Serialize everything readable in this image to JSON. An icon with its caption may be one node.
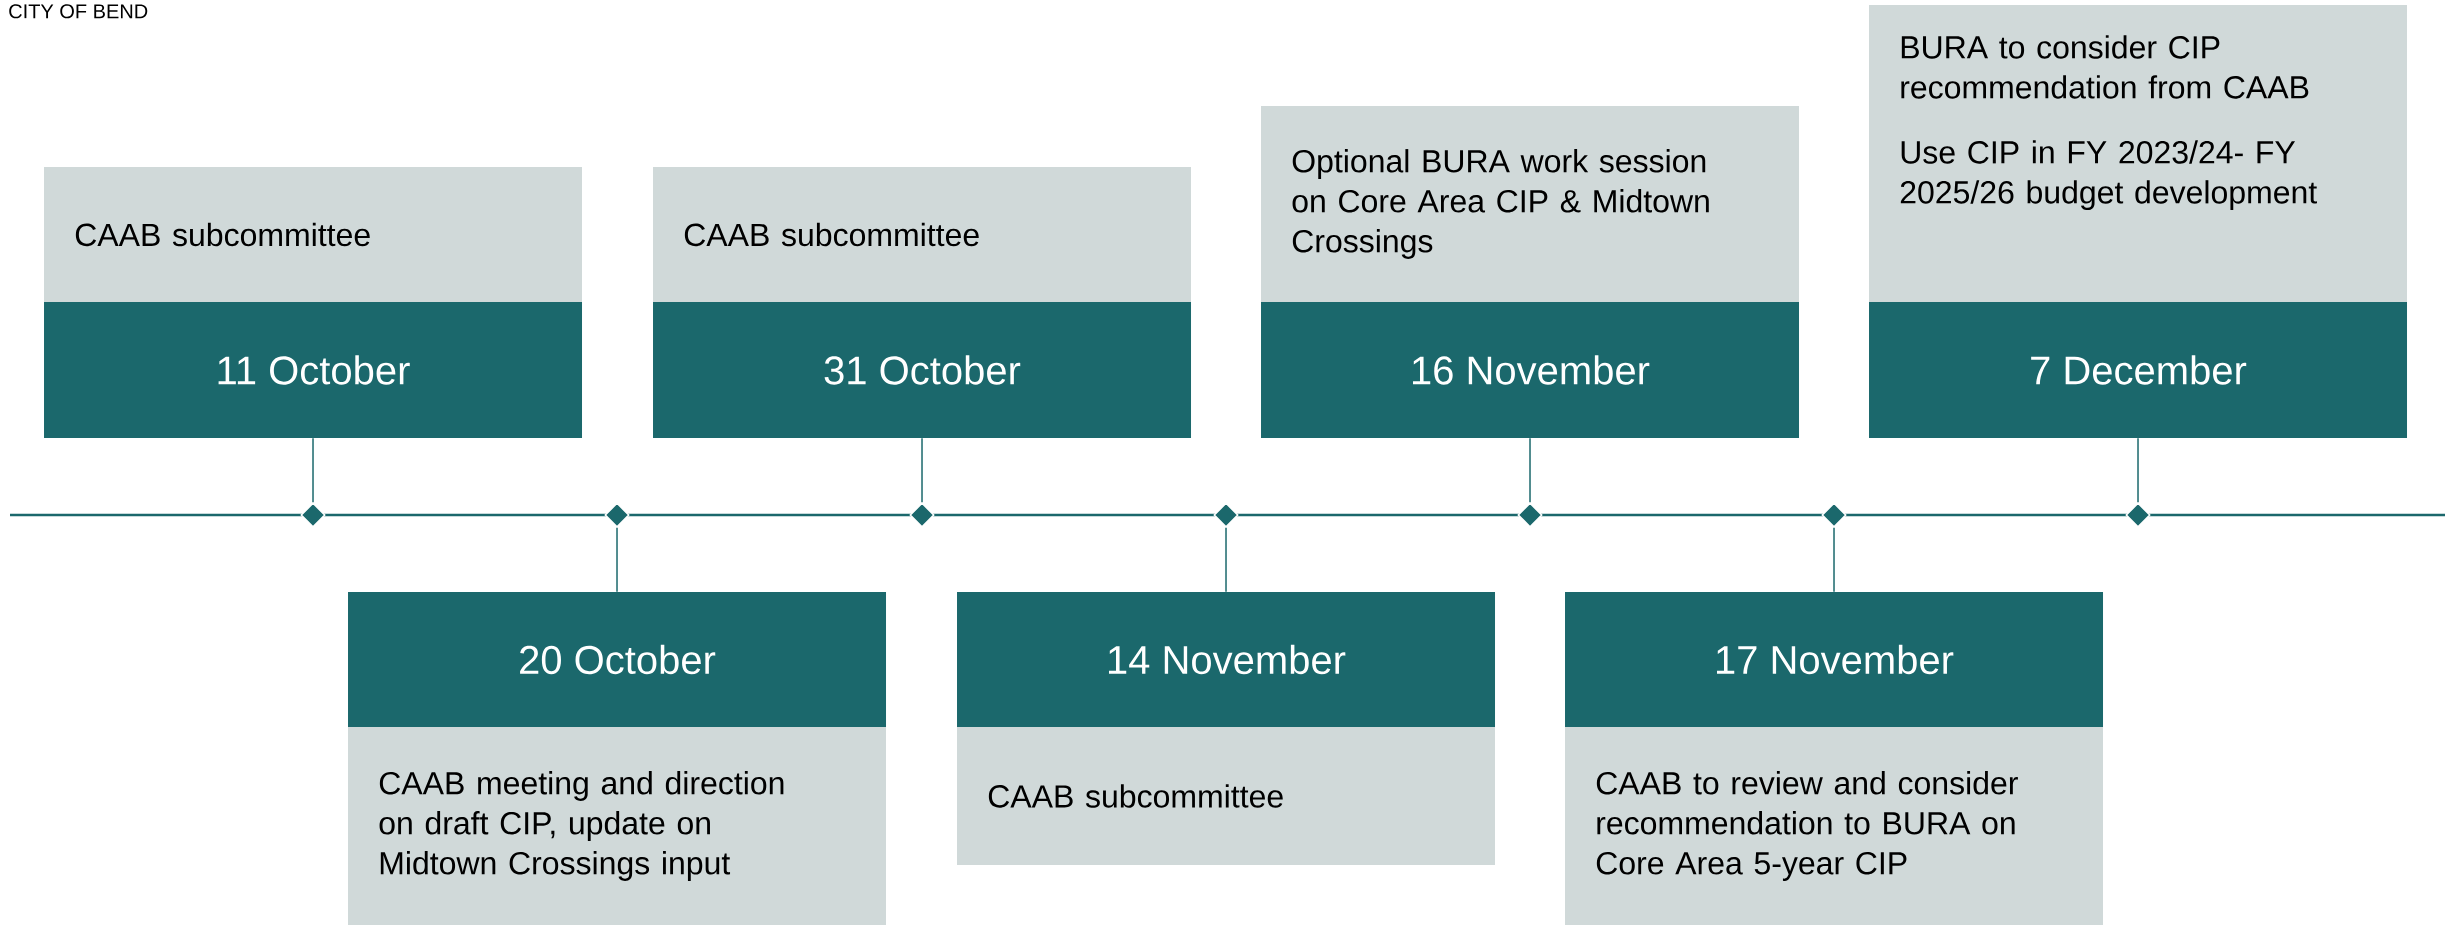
{
  "diagram": {
    "nodes": [
      {
        "text": [
          "CAAB subcommittee",
          "11 October"
        ]
      },
      {
        "text": [
          "20 October",
          "CAAB meeting and direction on draft CIP, update on Midtown Crossings input"
        ]
      },
      {
        "text": [
          "CAAB subcommittee",
          "31 October"
        ]
      },
      {
        "text": [
          "14 November",
          "CAAB subcommittee"
        ]
      },
      {
        "text": [
          "Optional BURA work session on Core Area CIP & Midtown Crossings",
          "16 November"
        ]
      },
      {
        "text": [
          "17 November",
          "CAAB to review and consider recommendation to BURA on Core Area 5-year CIP"
        ]
      },
      {
        "text": [
          "BURA to consider CIP recommendation from CAAB",
          "Use CIP in FY 2023/24- FY 2025/26 budget development",
          "7 December"
        ]
      },
      {
        "text": [],
        "shape": "diamond"
      },
      {
        "text": [],
        "shape": "diamond"
      },
      {
        "text": [],
        "shape": "diamond"
      },
      {
        "text": [],
        "shape": "diamond"
      },
      {
        "text": [],
        "shape": "diamond"
      },
      {
        "text": [],
        "shape": "diamond"
      },
      {
        "text": [],
        "shape": "diamond"
      }
    ],
    "edges": [
      {
        "from": 0,
        "to": 7,
        "arrow": "none"
      },
      {
        "from": 1,
        "to": 8,
        "arrow": "none"
      },
      {
        "from": 2,
        "to": 9,
        "arrow": "none"
      },
      {
        "from": 3,
        "to": 10,
        "arrow": "none"
      },
      {
        "from": 4,
        "to": 11,
        "arrow": "none"
      },
      {
        "from": 5,
        "to": 12,
        "arrow": "none"
      },
      {
        "from": 6,
        "to": 13,
        "arrow": "none"
      }
    ],
    "labels": [
      "CITY OF BEND"
    ]
  }
}
